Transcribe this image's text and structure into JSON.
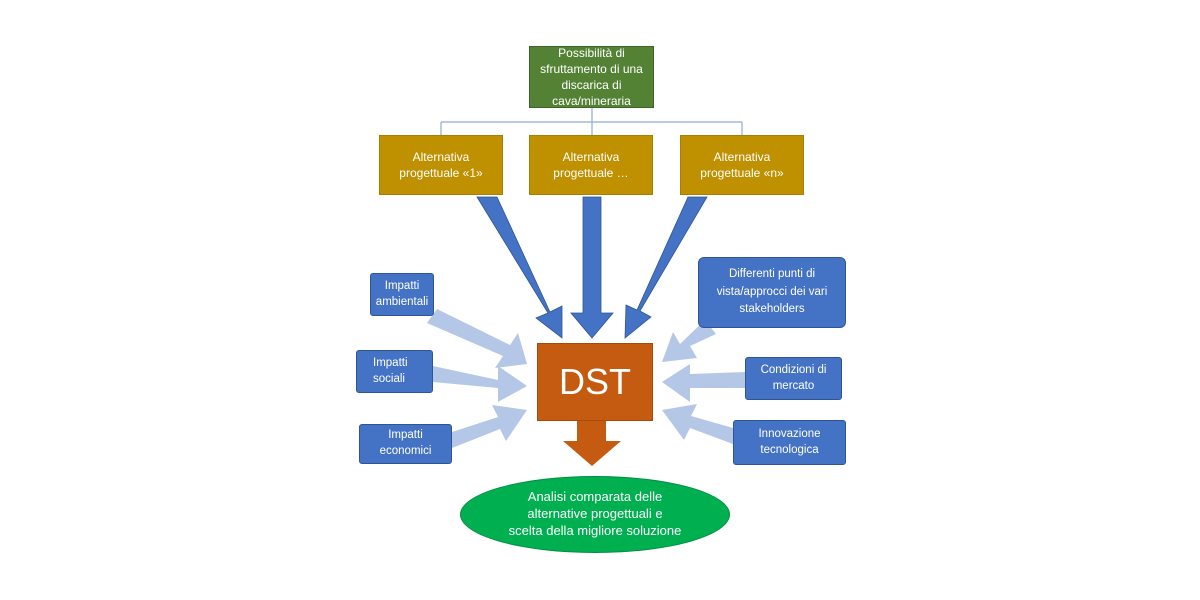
{
  "root": {
    "label": "Possibilità di\nsfruttamento di una\ndiscarica di\ncava/mineraria"
  },
  "alternatives": [
    {
      "label": "Alternativa\nprogettuale «1»"
    },
    {
      "label": "Alternativa\nprogettuale …"
    },
    {
      "label": "Alternativa\nprogettuale «n»"
    }
  ],
  "left_factors": [
    {
      "label": "Impatti\nambientali"
    },
    {
      "label": "Impatti\nsociali"
    },
    {
      "label": "Impatti\neconomici"
    }
  ],
  "right_factors": [
    {
      "label": "Differenti punti di\nvista/approcci dei vari\nstakeholders"
    },
    {
      "label": "Condizioni di\nmercato"
    },
    {
      "label": "Innovazione\ntecnologica"
    }
  ],
  "dst": {
    "label": "DST"
  },
  "result": {
    "label": "Analisi comparata delle\nalternative progettuali e\nscelta della migliore soluzione"
  },
  "colors": {
    "root": "#548235",
    "alternative": "#bf9000",
    "factor": "#4472c4",
    "factor_arrow": "#b4c7e7",
    "alternative_arrow": "#4472c4",
    "dst": "#c55a11",
    "result": "#00b050",
    "connector": "#8eaadb"
  }
}
